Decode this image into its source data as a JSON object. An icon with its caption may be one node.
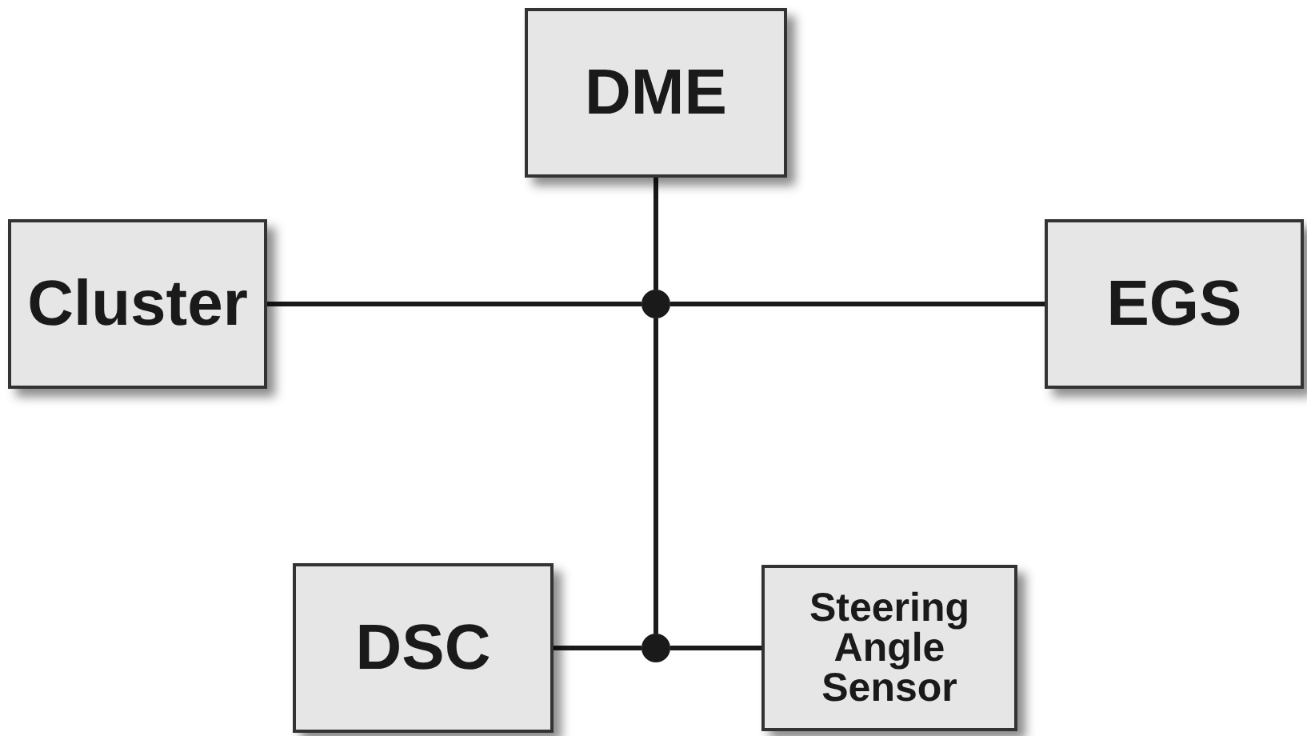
{
  "diagram": {
    "nodes": [
      {
        "text": [
          "DME"
        ]
      },
      {
        "text": [
          "Cluster"
        ]
      },
      {
        "text": [],
        "shape": "circle"
      },
      {
        "text": [
          "EGS"
        ]
      },
      {
        "text": [
          "DSC"
        ]
      },
      {
        "text": [],
        "shape": "circle"
      },
      {
        "text": [
          "Steering Angle Sensor"
        ]
      }
    ],
    "edges": [
      {
        "from": 0,
        "to": 2,
        "arrow": "none"
      },
      {
        "from": 1,
        "to": 2,
        "arrow": "none"
      },
      {
        "from": 2,
        "to": 3,
        "arrow": "none"
      },
      {
        "from": 2,
        "to": 5,
        "arrow": "none"
      },
      {
        "from": 4,
        "to": 5,
        "arrow": "none"
      },
      {
        "from": 5,
        "to": 6,
        "arrow": "none"
      }
    ]
  }
}
